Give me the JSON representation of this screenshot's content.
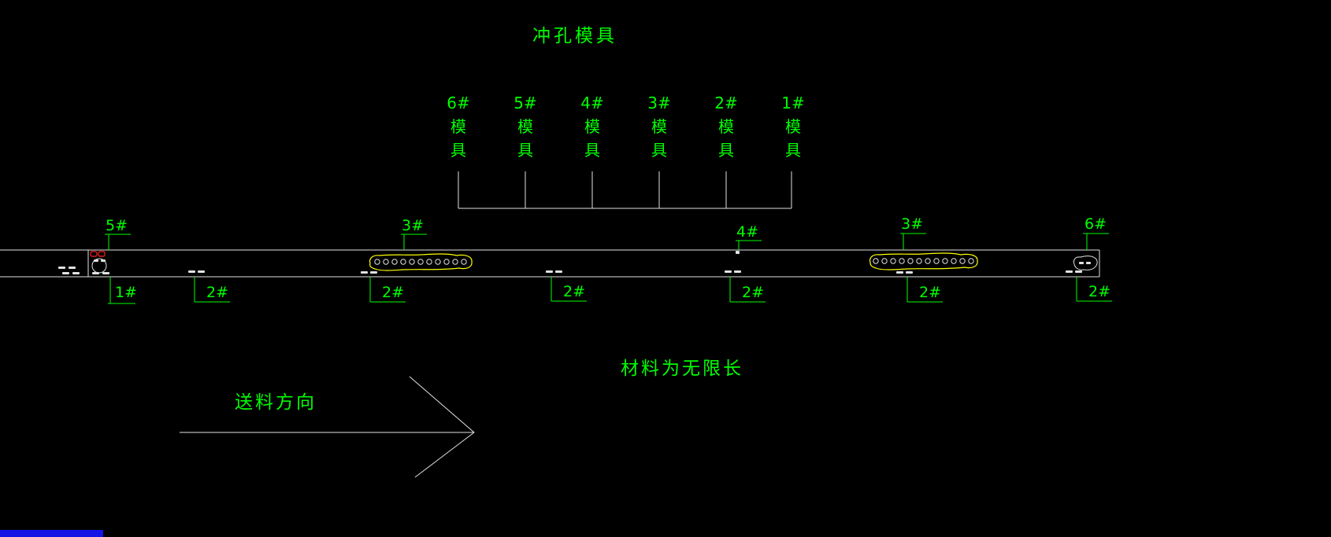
{
  "colors": {
    "bg": "#000000",
    "green": "#00ff00",
    "line": "#e2e2e2",
    "yellow": "#ffff00",
    "red": "#ff2020",
    "blue": "#1414e6"
  },
  "title": "冲孔模具",
  "dies": {
    "items": [
      {
        "text": "6#\n模\n具"
      },
      {
        "text": "5#\n模\n具"
      },
      {
        "text": "4#\n模\n具"
      },
      {
        "text": "3#\n模\n具"
      },
      {
        "text": "2#\n模\n具"
      },
      {
        "text": "1#\n模\n具"
      }
    ]
  },
  "callouts_top": [
    {
      "text": "5#"
    },
    {
      "text": "3#"
    },
    {
      "text": "4#"
    },
    {
      "text": "3#"
    },
    {
      "text": "6#"
    }
  ],
  "callouts_bottom": [
    {
      "text": "1#"
    },
    {
      "text": "2#"
    },
    {
      "text": "2#"
    },
    {
      "text": "2#"
    },
    {
      "text": "2#"
    },
    {
      "text": "2#"
    },
    {
      "text": "2#"
    }
  ],
  "notes": {
    "material_note": "材料为无限长",
    "feed_direction": "送料方向"
  },
  "strip": {
    "hole_rows": [
      {
        "station": "3#",
        "hole_count": 11
      },
      {
        "station": "3#",
        "hole_count": 12
      }
    ]
  }
}
